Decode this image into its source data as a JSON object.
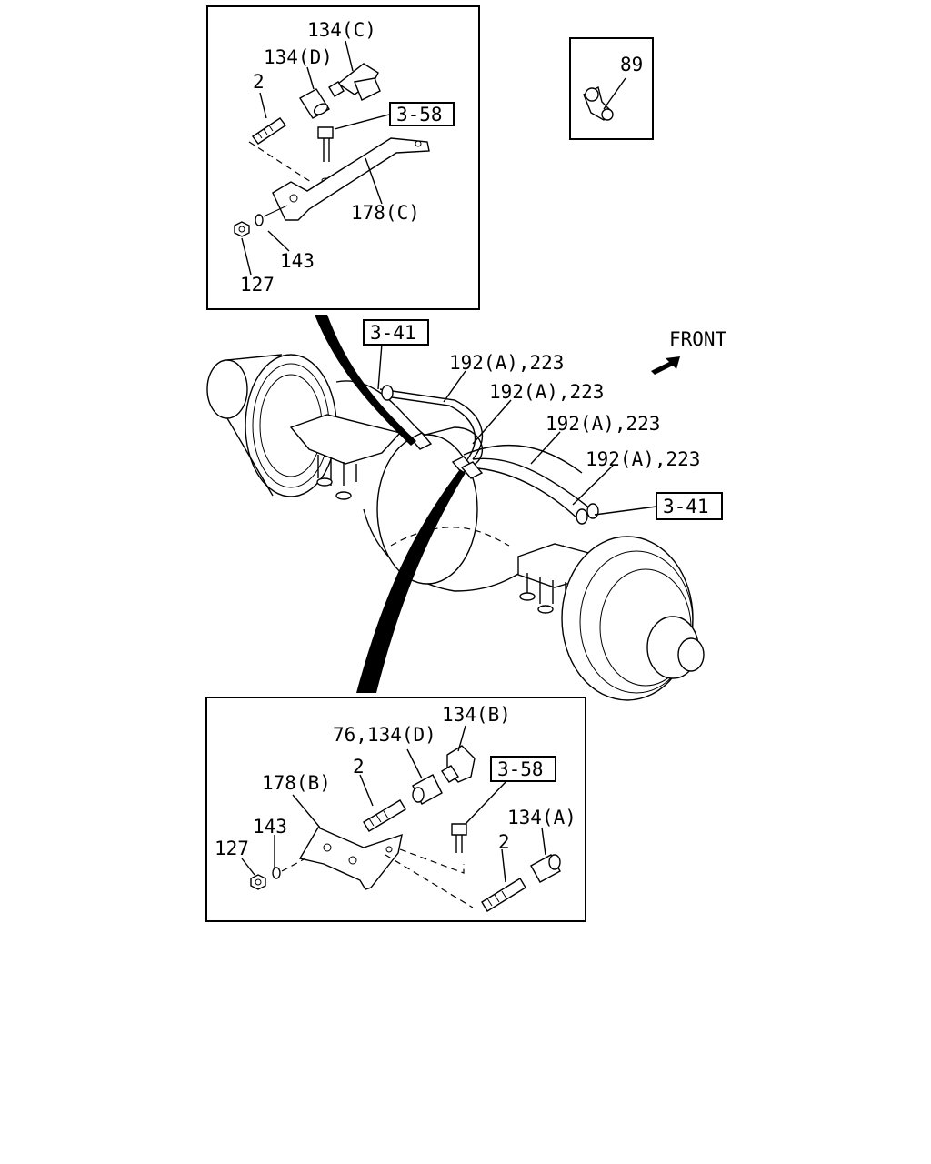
{
  "labels": {
    "top_134c": "134(C)",
    "top_134d": "134(D)",
    "top_2": "2",
    "top_ref_358": "3-58",
    "top_178c": "178(C)",
    "top_143": "143",
    "top_127": "127",
    "inset_89": "89",
    "front": "FRONT",
    "ref_341_left": "3-41",
    "ref_341_right": "3-41",
    "pipe_1": "192(A),223",
    "pipe_2": "192(A),223",
    "pipe_3": "192(A),223",
    "pipe_4": "192(A),223",
    "bot_134b": "134(B)",
    "bot_76_134d": "76,134(D)",
    "bot_2a": "2",
    "bot_ref_358": "3-58",
    "bot_178b": "178(B)",
    "bot_143": "143",
    "bot_127": "127",
    "bot_134a": "134(A)",
    "bot_2b": "2"
  },
  "icons": {
    "front_arrow": "front-arrow-icon"
  }
}
